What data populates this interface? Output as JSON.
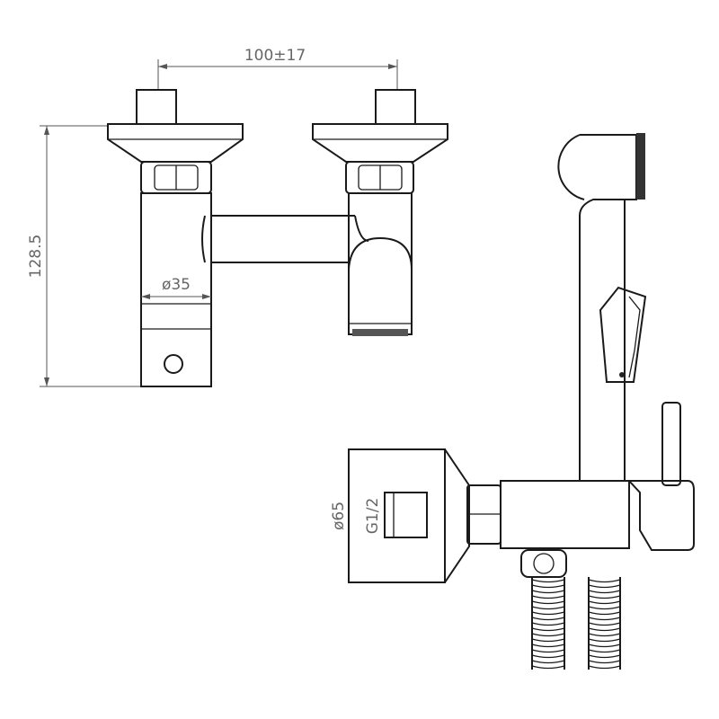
{
  "drawing": {
    "title": "Wall-mounted mixer and bidet shower set, technical drawing",
    "dimensions": {
      "valve_spacing": "100±17",
      "height": "128.5",
      "body_diameter": "ø35",
      "flange_diameter": "ø65",
      "thread": "G1/2"
    }
  }
}
